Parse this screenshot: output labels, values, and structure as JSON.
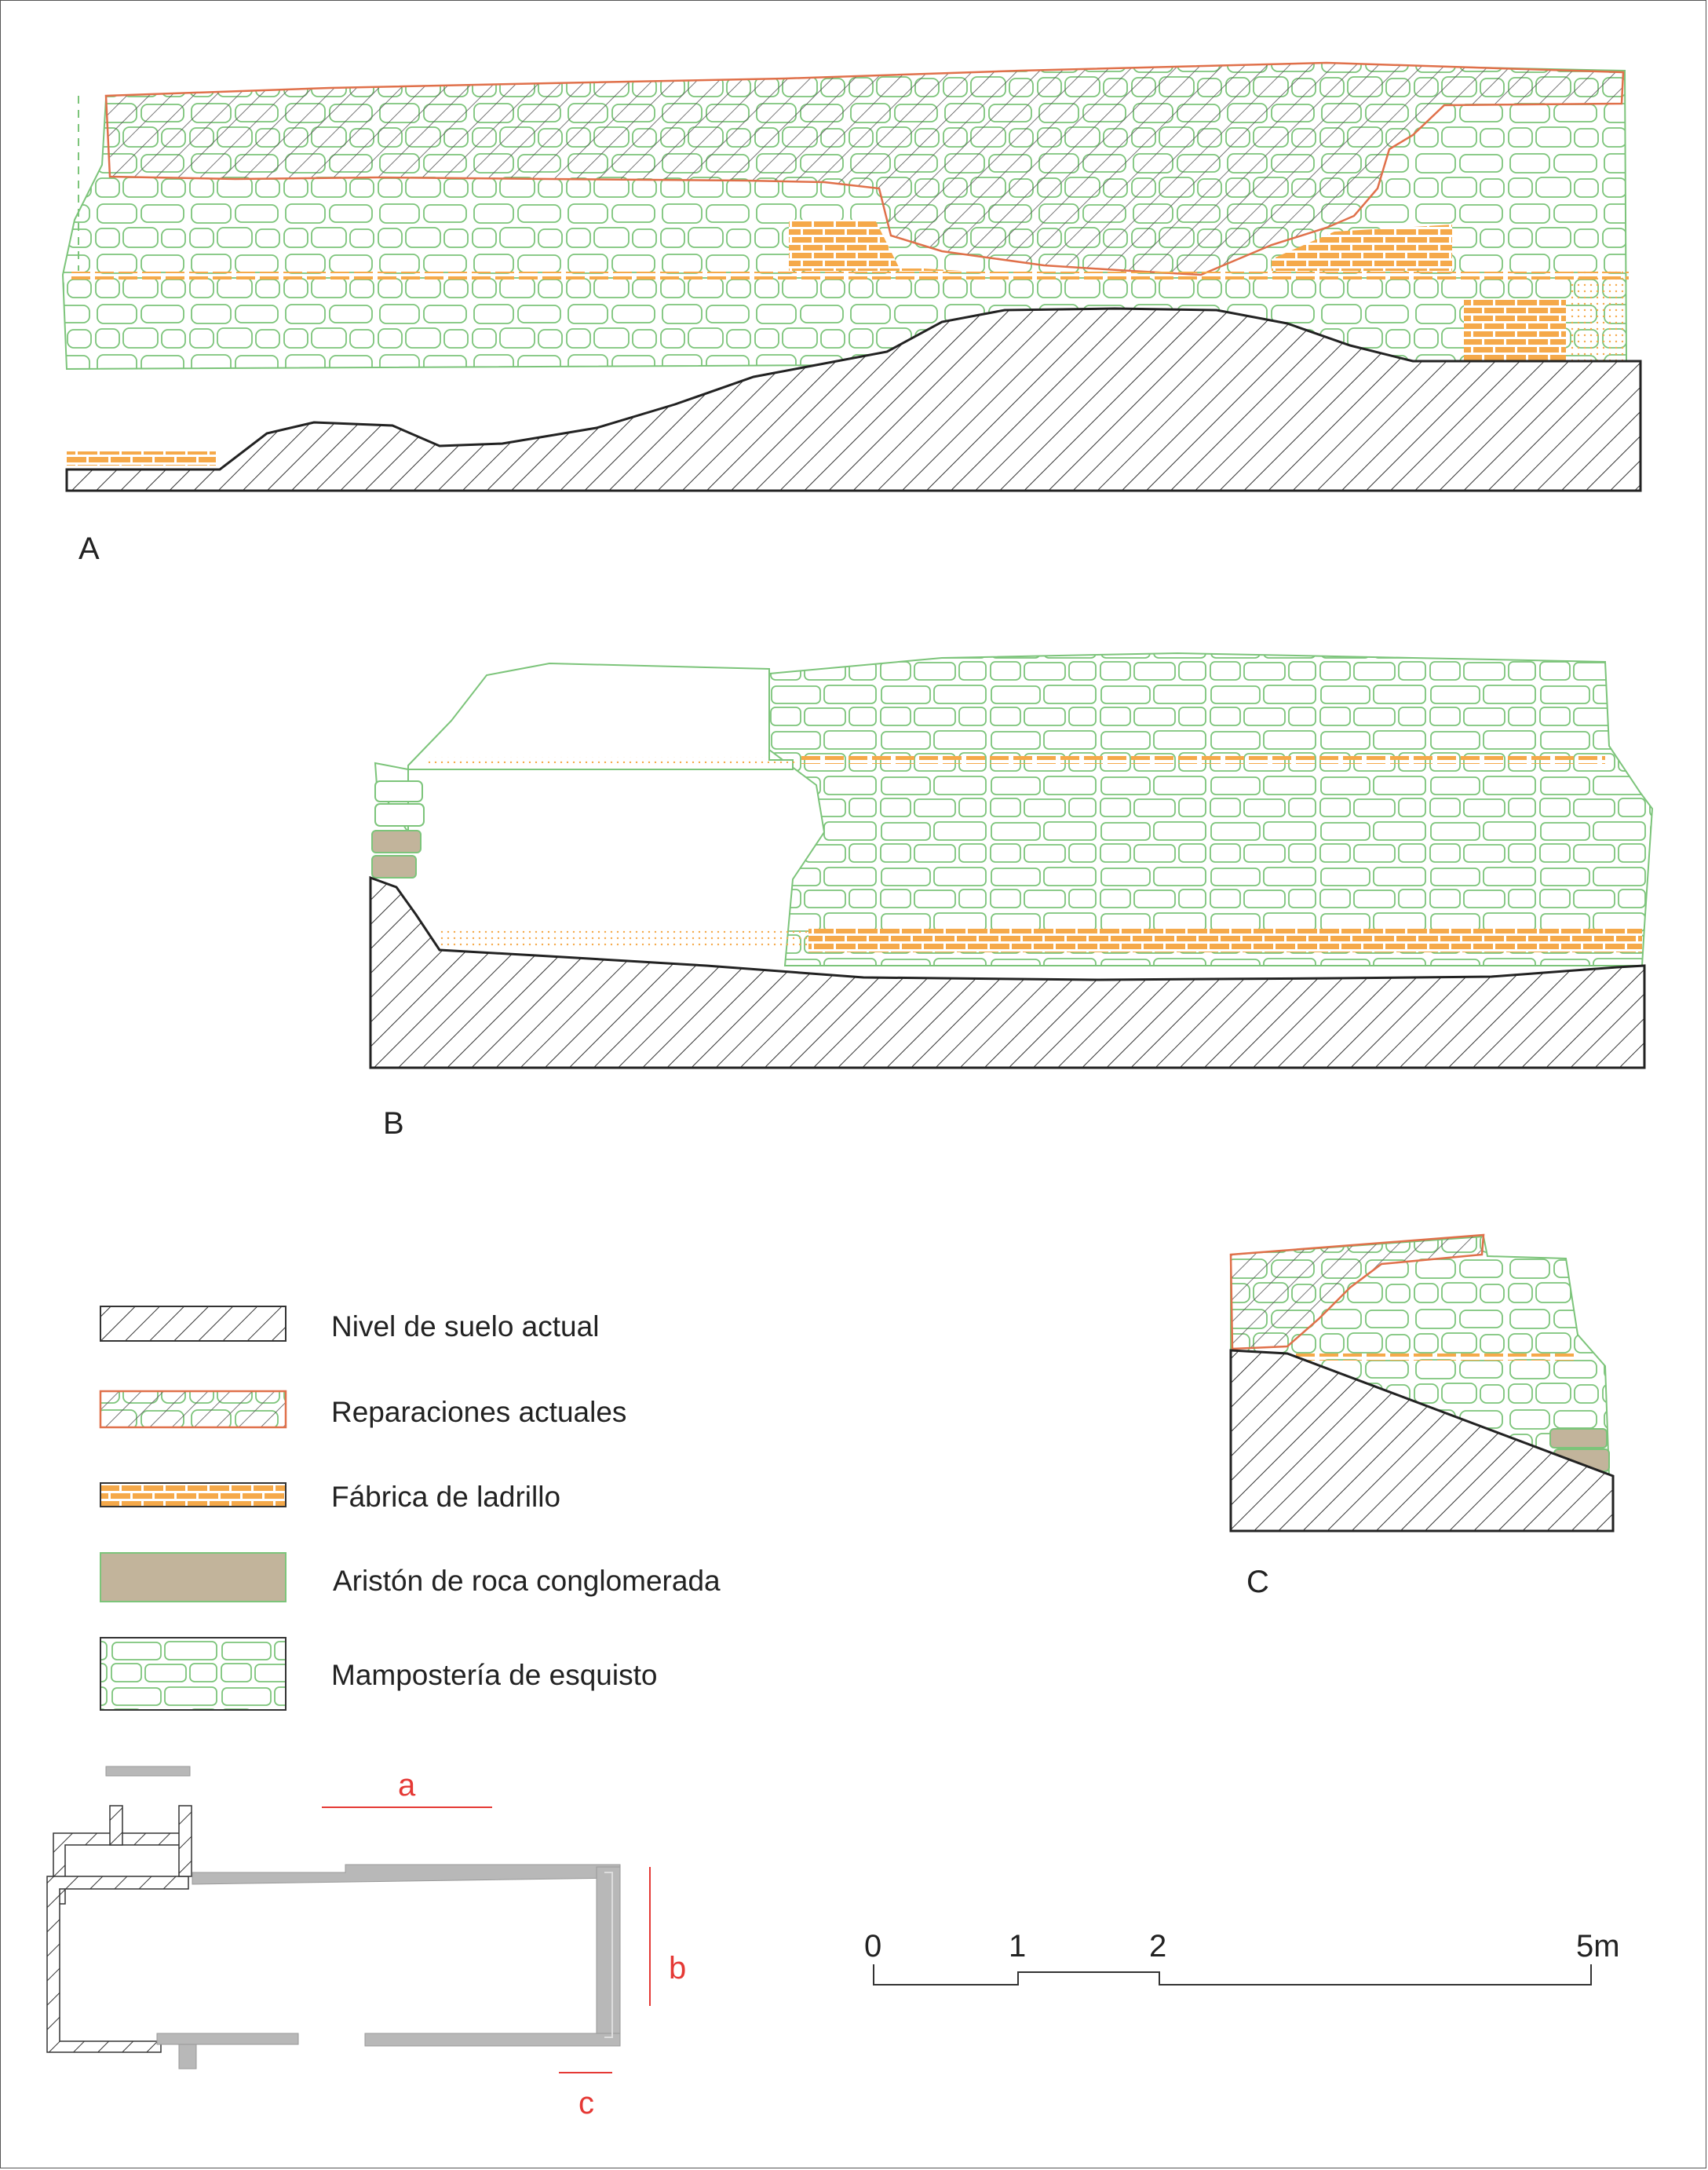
{
  "sections": [
    {
      "id": "A",
      "label": "A"
    },
    {
      "id": "B",
      "label": "B"
    },
    {
      "id": "C",
      "label": "C"
    }
  ],
  "legend": [
    {
      "key": "ground",
      "label": "Nivel de suelo actual",
      "pattern": "hatch-black"
    },
    {
      "key": "repairs",
      "label": "Reparaciones actuales",
      "pattern": "hatch-on-masonry-orange-border"
    },
    {
      "key": "brick",
      "label": "Fábrica de ladrillo",
      "pattern": "orange-bricks"
    },
    {
      "key": "ariston",
      "label": "Aristón de roca conglomerada",
      "pattern": "tan-fill-green-border"
    },
    {
      "key": "masonry",
      "label": "Mampostería de esquisto",
      "pattern": "green-stone-outlines"
    }
  ],
  "plan": {
    "cut_labels": [
      "a",
      "b",
      "c"
    ]
  },
  "scale": {
    "ticks": [
      "0",
      "1",
      "2",
      "5m"
    ]
  },
  "colors": {
    "masonry": "#7cc47a",
    "brick": "#f5a94a",
    "repair_border": "#e0704a",
    "hatch": "#333333",
    "ariston": "#c2b49b",
    "plan_wall": "#b8b8b8",
    "plan_label": "#e53935"
  }
}
